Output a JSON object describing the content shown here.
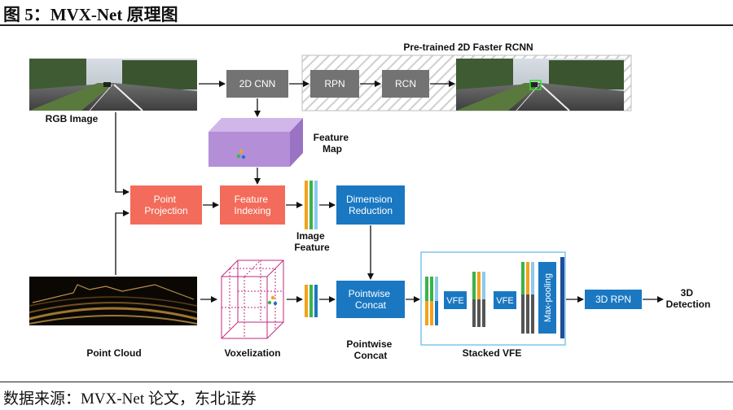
{
  "header": {
    "title": "图 5：MVX-Net 原理图"
  },
  "footer": {
    "source": "数据来源：MVX-Net 论文，东北证券"
  },
  "diagram": {
    "pretrained_label": "Pre-trained 2D Faster RCNN",
    "rgb_image_label": "RGB Image",
    "cnn_label": "2D CNN",
    "rpn_label": "RPN",
    "rcn_label": "RCN",
    "feature_map_label": [
      "Feature",
      "Map"
    ],
    "point_projection_label": [
      "Point",
      "Projection"
    ],
    "feature_indexing_label": [
      "Feature",
      "Indexing"
    ],
    "image_feature_label": [
      "Image",
      "Feature"
    ],
    "dimension_reduction_label": [
      "Dimension",
      "Reduction"
    ],
    "pointwise_concat_box_label": [
      "Pointwise",
      "Concat"
    ],
    "pointwise_concat_caption": [
      "Pointwise",
      "Concat"
    ],
    "point_cloud_label": "Point Cloud",
    "voxelization_label": "Voxelization",
    "vfe_label": "VFE",
    "max_pooling_label": "Max-pooling",
    "stacked_vfe_label": "Stacked VFE",
    "rpn3d_label": "3D RPN",
    "detection_label": [
      "3D",
      "Detection"
    ],
    "colors": {
      "gray_box": "#737373",
      "salmon_box": "#f36b5a",
      "blue_box": "#1a78c2",
      "dark_blue": "#1f4e9a",
      "feature_map_purple": "#b48fd8",
      "hatch_stroke": "#c8c8c8",
      "stacked_vfe_border": "#7cc6ee",
      "voxel_magenta": "#c2297d"
    }
  }
}
